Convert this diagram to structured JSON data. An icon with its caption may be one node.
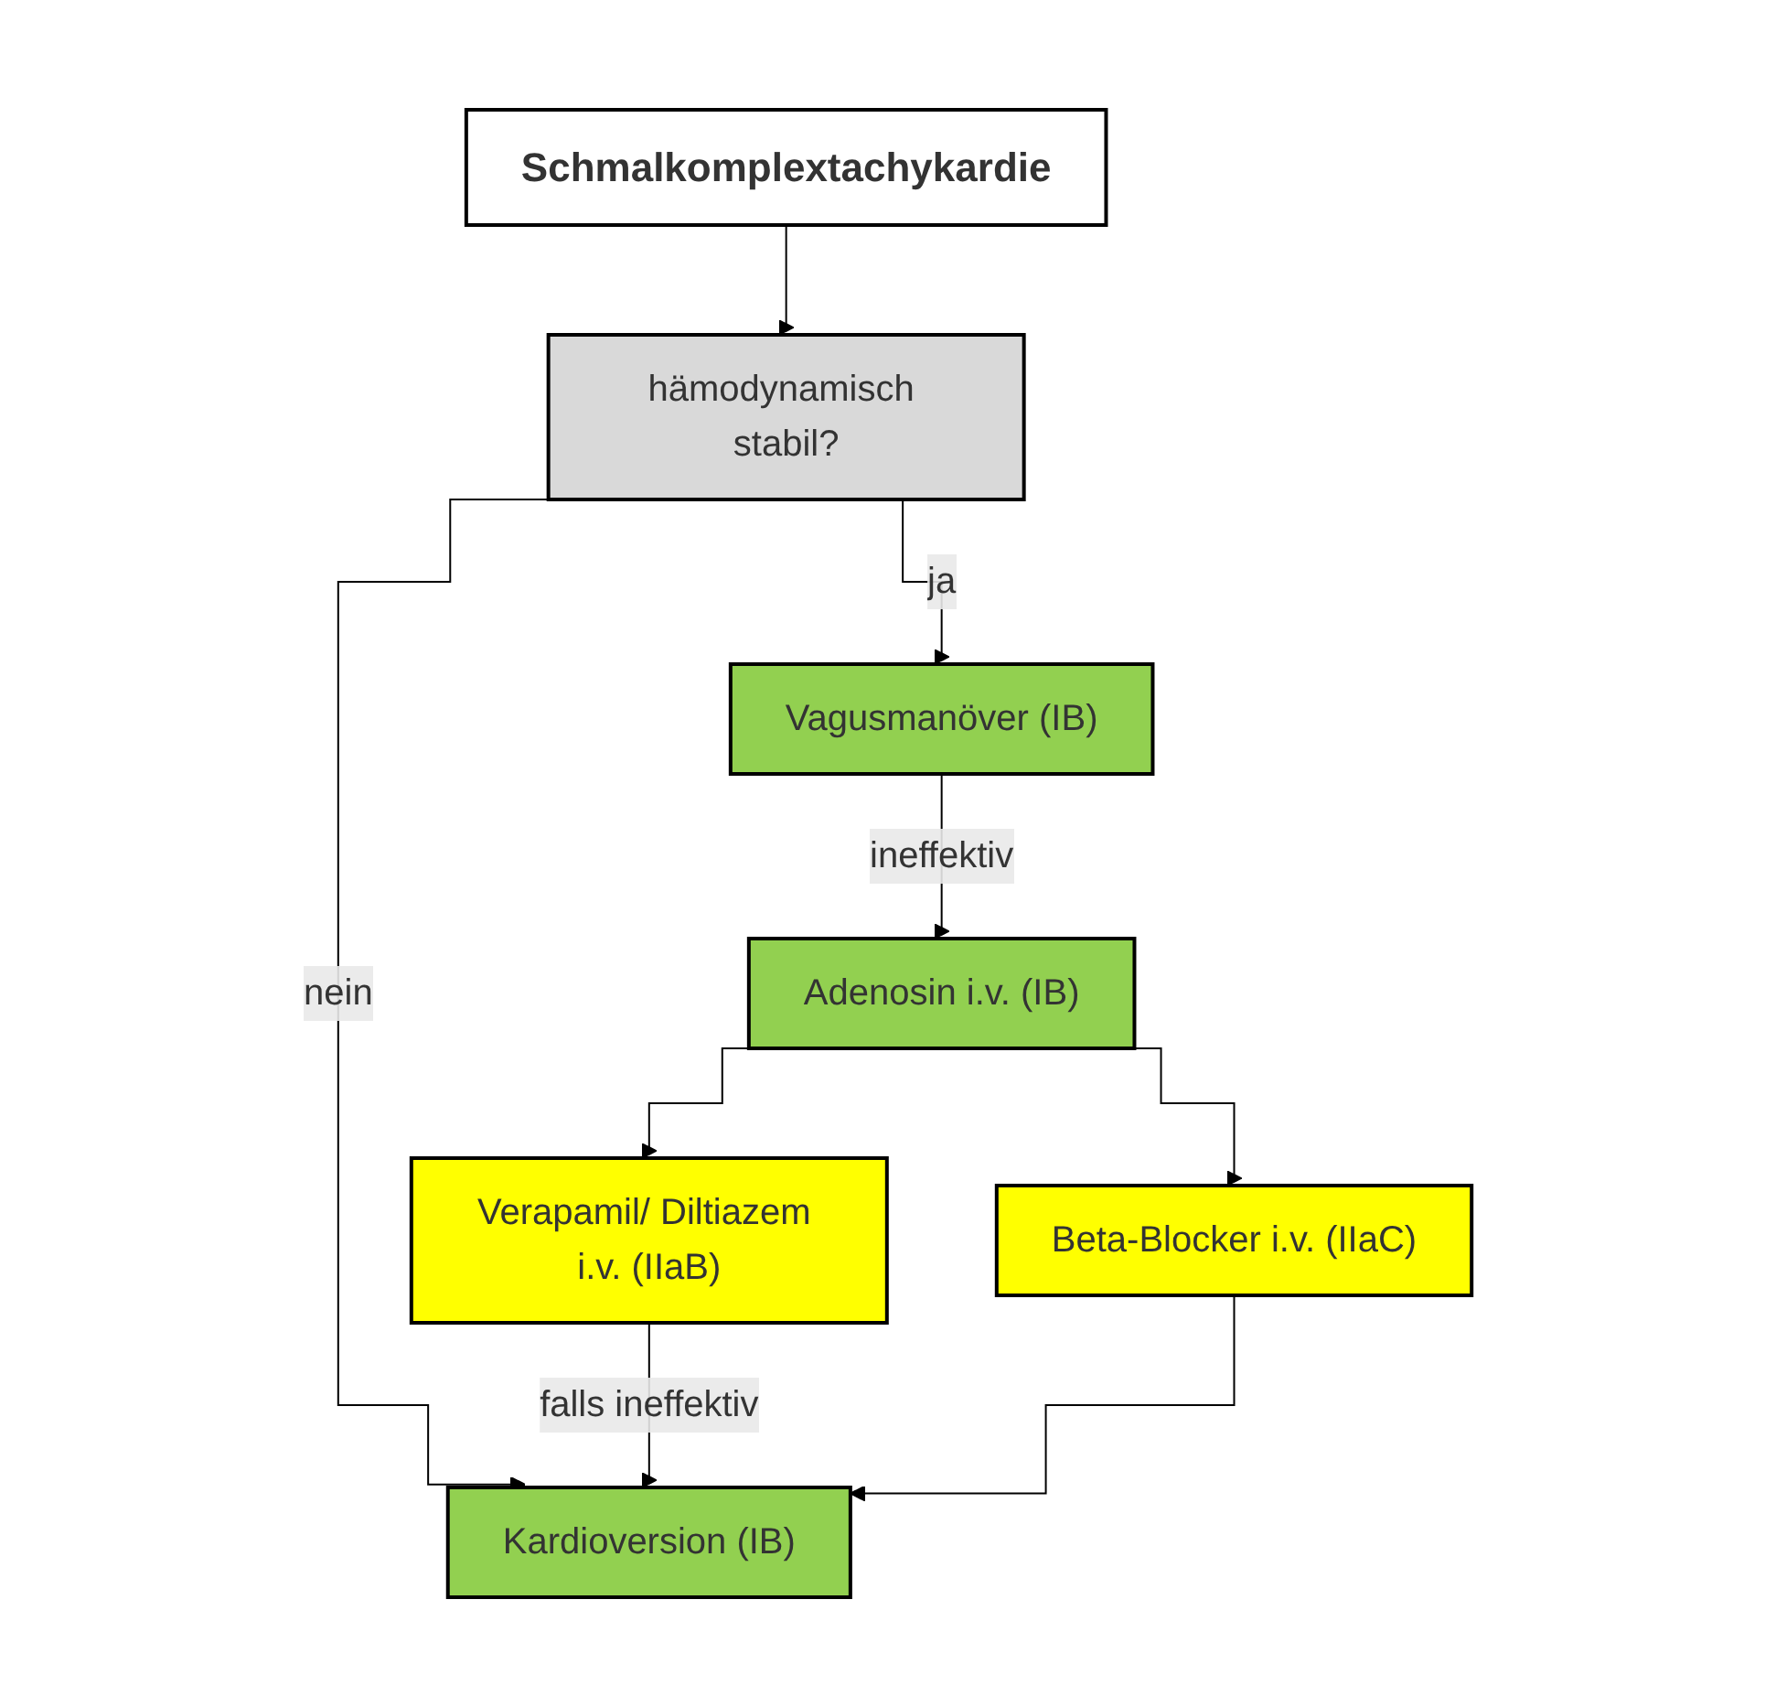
{
  "diagram": {
    "nodes": [
      {
        "text": [
          "Schmalkomplextachykardie"
        ]
      },
      {
        "text": [
          "hämodynamisch stabil?"
        ]
      },
      {
        "text": [
          "Vagusmanöver (IB)"
        ]
      },
      {
        "text": [
          "Kardioversion (IB)"
        ]
      },
      {
        "text": [
          "Adenosin i.v. (IB)"
        ]
      },
      {
        "text": [
          "Verapamil/ Diltiazem i.v. (IIaB)"
        ]
      },
      {
        "text": [
          "Beta-Blocker i.v. (IIaC)"
        ]
      }
    ],
    "edges": [
      {
        "from": 0,
        "to": 1,
        "arrow": "to"
      },
      {
        "from": 1,
        "to": 2,
        "arrow": "to",
        "label": "ja"
      },
      {
        "from": 1,
        "to": 3,
        "arrow": "to",
        "label": "nein"
      },
      {
        "from": 2,
        "to": 4,
        "arrow": "to",
        "label": "ineffektiv"
      },
      {
        "from": 4,
        "to": 5,
        "arrow": "to"
      },
      {
        "from": 4,
        "to": 6,
        "arrow": "to"
      },
      {
        "from": 5,
        "to": 3,
        "arrow": "to",
        "label": "falls ineffektiv"
      },
      {
        "from": 6,
        "to": 3,
        "arrow": "to"
      }
    ]
  }
}
